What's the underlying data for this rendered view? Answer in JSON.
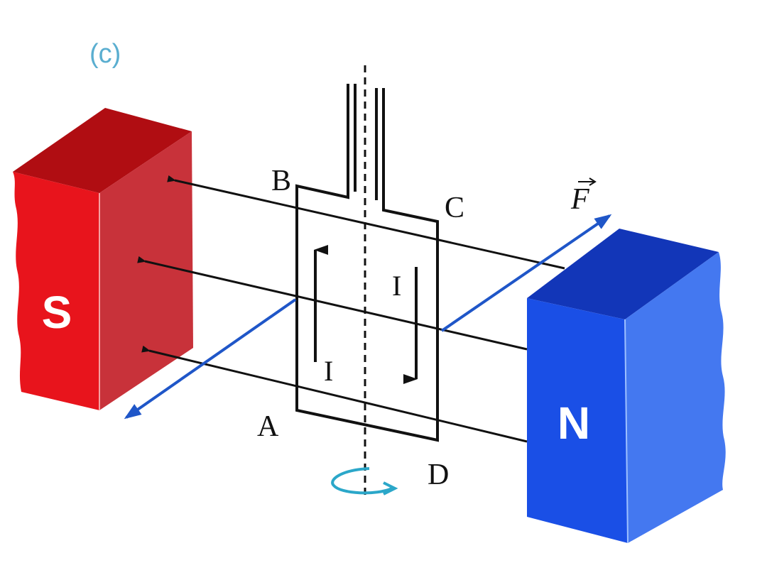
{
  "panel_label": "(c)",
  "magnets": {
    "south": {
      "label": "S",
      "front_color": "#e8141c",
      "side_color": "#c8323a",
      "top_color": "#b00d12"
    },
    "north": {
      "label": "N",
      "front_color": "#1a4fe6",
      "side_color": "#4478f0",
      "top_color": "#1236b8"
    }
  },
  "coil": {
    "corners": {
      "a": "A",
      "b": "B",
      "c": "C",
      "d": "D"
    },
    "current_left": "I",
    "current_right": "I"
  },
  "force_label": "F",
  "colors": {
    "field_lines": "#111111",
    "force_arrows": "#1f56c8",
    "rotation": "#2ba7c9",
    "panel_label": "#5aaed0"
  }
}
